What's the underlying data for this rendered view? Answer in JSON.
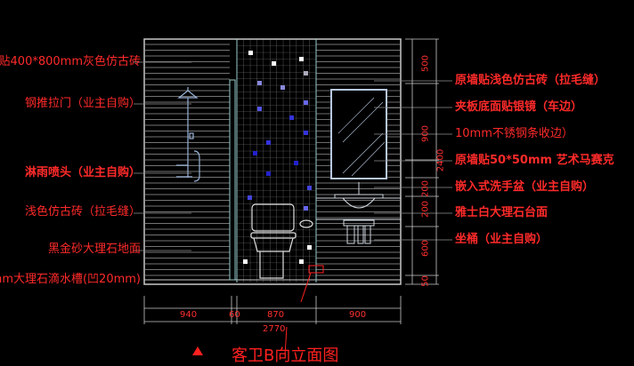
{
  "drawing": {
    "title": "客卫B向立面图",
    "left_labels": [
      "贴400*800mm灰色仿古砖",
      "钢推拉门（业主自购）",
      "淋雨喷头（业主自购）",
      "浅色仿古砖（拉毛缝）",
      "黑金砂大理石地面",
      "mm大理石滴水槽(凹20mm)"
    ],
    "right_labels": [
      "原墙贴浅色仿古砖（拉毛缝）",
      "夹板底面贴银镜（车边）",
      "10mm不锈钢条收边）",
      "原墙贴50*50mm 艺术马赛克",
      "嵌入式洗手盆（业主自购）",
      "雅士白大理石台面",
      "坐桶（业主自购）"
    ],
    "horizontal_dimensions": [
      "940",
      "60",
      "870",
      "900"
    ],
    "total_width": "2770",
    "vertical_dimensions": [
      "500",
      "900",
      "200",
      "200",
      "600",
      "50"
    ],
    "total_height": "2400",
    "colors": {
      "background": "#000000",
      "annotation": "#ff2a2a",
      "linework": "#c8c8c8",
      "mosaic_accent": "#3a3aff",
      "fixture": "#b8d8e8"
    }
  }
}
